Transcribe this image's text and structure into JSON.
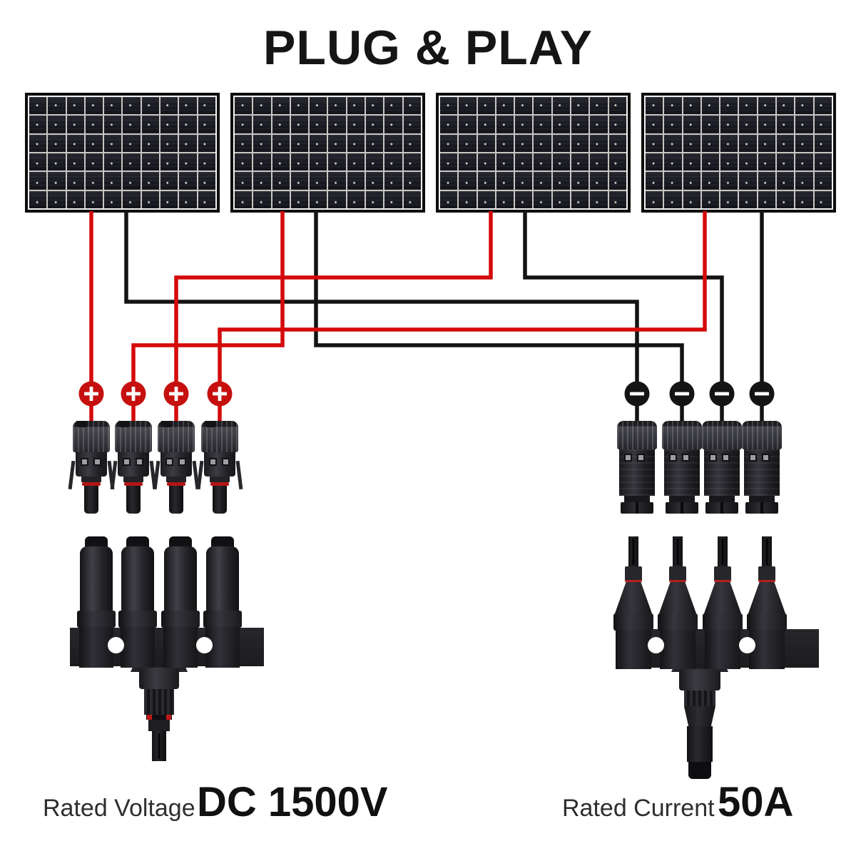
{
  "title": "PLUG & PLAY",
  "solar_array": {
    "panel_count": 4,
    "cell_columns": 10,
    "cell_rows": 6
  },
  "terminals": {
    "positive": {
      "symbol": "+",
      "count": 4,
      "color": "#c60f0f"
    },
    "negative": {
      "symbol": "−",
      "count": 4,
      "color": "#141414"
    }
  },
  "wires": {
    "positive_color": "#d40a0a",
    "negative_color": "#131313"
  },
  "specs": {
    "voltage_label": "Rated Voltage",
    "voltage_value": "DC 1500V",
    "current_label": "Rated Current",
    "current_value": "50A"
  }
}
